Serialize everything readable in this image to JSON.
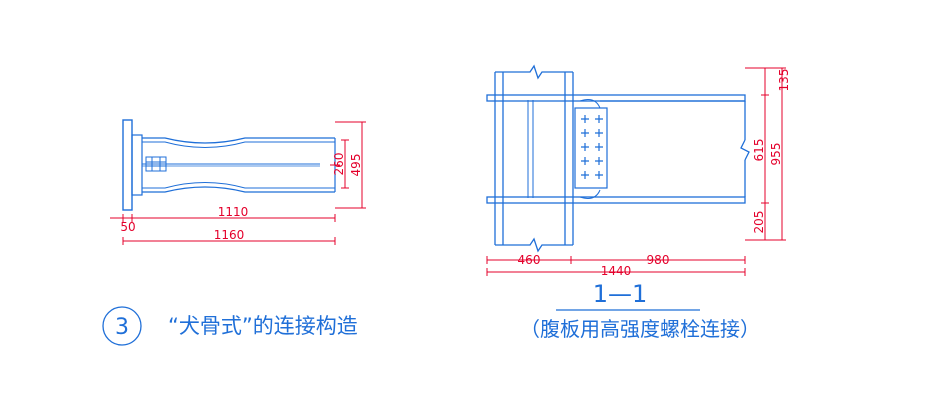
{
  "left_detail": {
    "dims": {
      "d1110": "1110",
      "d50": "50",
      "d1160": "1160",
      "d260": "260",
      "d495": "495"
    },
    "circle_number": "3",
    "caption": "“犬骨式”的连接构造"
  },
  "right_detail": {
    "dims": {
      "d460": "460",
      "d980": "980",
      "d1440": "1440",
      "d135": "135",
      "d615": "615",
      "d955": "955",
      "d205": "205"
    },
    "section_label": "1—1",
    "caption": "（腹板用高强度螺栓连接）"
  },
  "colors": {
    "linework": "#1f6fd8",
    "dimension": "#e4002b"
  }
}
